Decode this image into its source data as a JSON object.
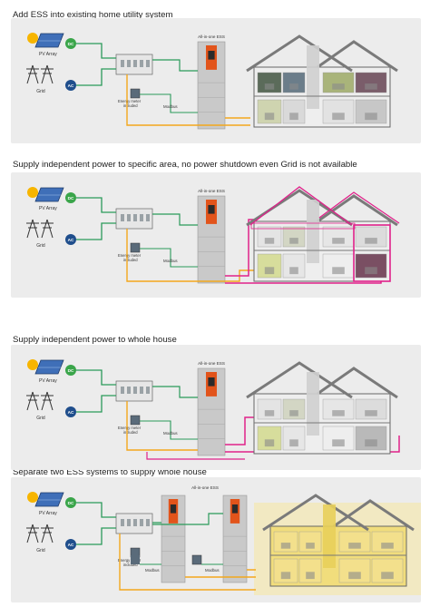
{
  "sections": [
    {
      "title": "Add ESS into existing home utility system",
      "labels": {
        "pv": "PV Array",
        "grid": "Grid",
        "dc": "DC",
        "ac": "AC",
        "meter_line1": "Energy meter",
        "meter_line2": "included",
        "modbus": "Modbus",
        "ess": "All-in-one ESS"
      }
    },
    {
      "title": "Supply independent power to specific area, no power shutdown even Grid is not available",
      "labels": {
        "pv": "PV Array",
        "grid": "Grid",
        "dc": "DC",
        "ac": "AC",
        "meter_line1": "Energy meter",
        "meter_line2": "included",
        "modbus": "Modbus",
        "ess": "All-in-one ESS"
      }
    },
    {
      "title": "Supply independent power to whole house",
      "labels": {
        "pv": "PV Array",
        "grid": "Grid",
        "dc": "DC",
        "ac": "AC",
        "meter_line1": "Energy meter",
        "meter_line2": "included",
        "modbus": "Modbus",
        "ess": "All-in-one ESS"
      }
    },
    {
      "title": "Separate two ESS systems to supply whole house",
      "labels": {
        "pv": "PV Array",
        "grid": "Grid",
        "dc": "DC",
        "ac": "AC",
        "meter_line1": "Energy meter",
        "meter_line2": "included",
        "modbus": "Modbus",
        "modbus2": "Modbus",
        "ess": "All-in-one ESS"
      }
    }
  ],
  "colors": {
    "panel": "#ececec",
    "dc_badge": "#3aa54a",
    "ac_badge": "#1f4e8c",
    "green_line": "#2a9a5a",
    "orange_line": "#f3a71c",
    "magenta_line": "#e0218a",
    "ess_body": "#c9c9c9",
    "ess_accent": "#e2541b",
    "sun": "#f7b500",
    "house_roof": "#7a7a7a",
    "glow": "#f4d75a"
  }
}
